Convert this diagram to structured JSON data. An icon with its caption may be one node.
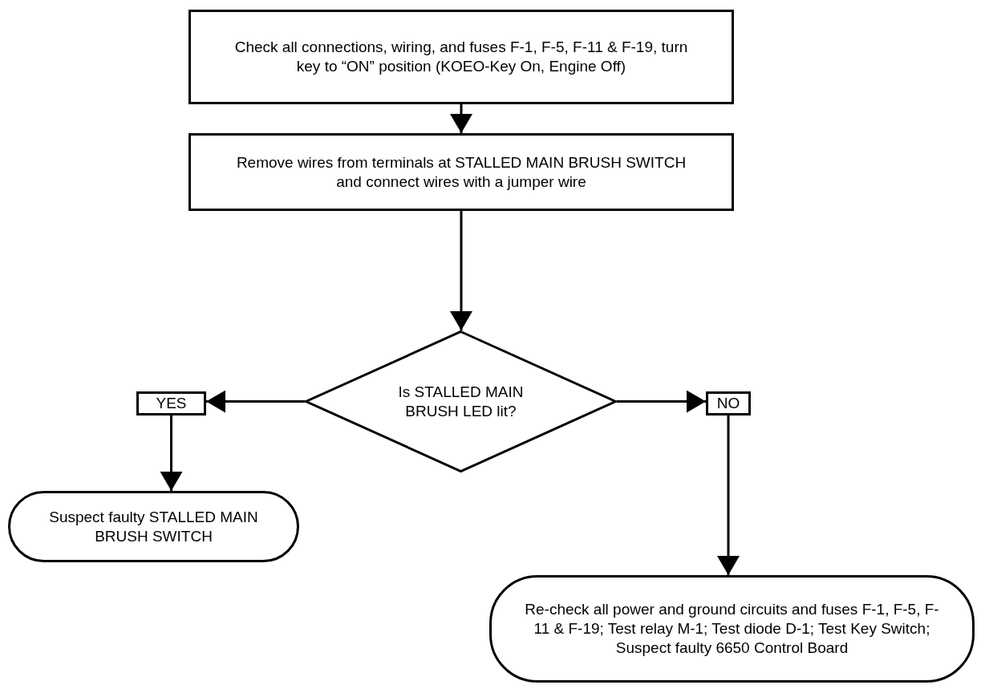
{
  "diagram": {
    "nodes": [
      {
        "text": [
          "Check all connections, wiring, and fuses F-1, F-5, F-11 &  F-19, turn key to “ON” position  (KOEO-Key On, Engine Off)"
        ]
      },
      {
        "text": [
          "Remove wires from terminals at STALLED MAIN BRUSH SWITCH and connect wires with a jumper wire"
        ]
      },
      {
        "text": [
          "Is STALLED MAIN BRUSH LED lit?"
        ]
      },
      {
        "text": [
          "YES"
        ]
      },
      {
        "text": [
          "NO"
        ]
      },
      {
        "text": [
          "Suspect faulty STALLED MAIN BRUSH SWITCH"
        ]
      },
      {
        "text": [
          "Re-check all power and ground circuits and fuses F-1, F-5, F-11 &  F-19; Test relay M-1; Test diode D-1; Test Key Switch; Suspect faulty 6650 Control Board"
        ]
      }
    ],
    "edges": [
      {
        "from": 0,
        "to": 1,
        "arrow": "to"
      },
      {
        "from": 1,
        "to": 2,
        "arrow": "to"
      },
      {
        "from": 2,
        "to": 3,
        "arrow": "to"
      },
      {
        "from": 2,
        "to": 4,
        "arrow": "to"
      },
      {
        "from": 3,
        "to": 5,
        "arrow": "to"
      },
      {
        "from": 4,
        "to": 6,
        "arrow": "to"
      }
    ]
  }
}
